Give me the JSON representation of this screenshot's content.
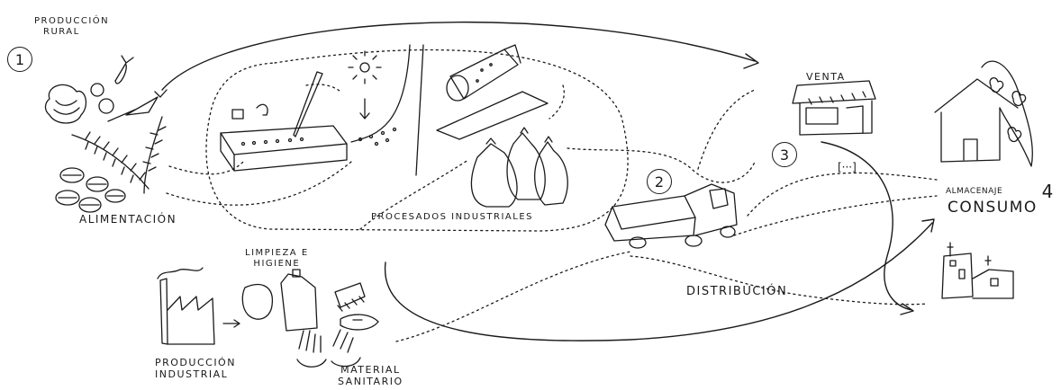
{
  "steps": {
    "rural_production": {
      "number": "1",
      "label_line1": "PRODUCCIÓN",
      "label_line2": "RURAL"
    },
    "distribution": {
      "number": "2",
      "label": "DISTRIBUCIÓN"
    },
    "sale": {
      "number": "3",
      "label": "VENTA",
      "ellipsis": "[···]"
    },
    "consumption": {
      "number": "4",
      "storage_label": "ALMACENAJE",
      "label": "CONSUMO"
    }
  },
  "food": {
    "label": "ALIMENTACIÓN"
  },
  "industrial_processes": {
    "label": "PROCESADOS INDUSTRIALES"
  },
  "industrial_production": {
    "label_line1": "PRODUCCIÓN",
    "label_line2": "INDUSTRIAL"
  },
  "hygiene": {
    "label_line1": "LIMPIEZA E",
    "label_line2": "HIGIENE"
  },
  "sanitary": {
    "label_line1": "MATERIAL",
    "label_line2": "SANITARIO"
  }
}
